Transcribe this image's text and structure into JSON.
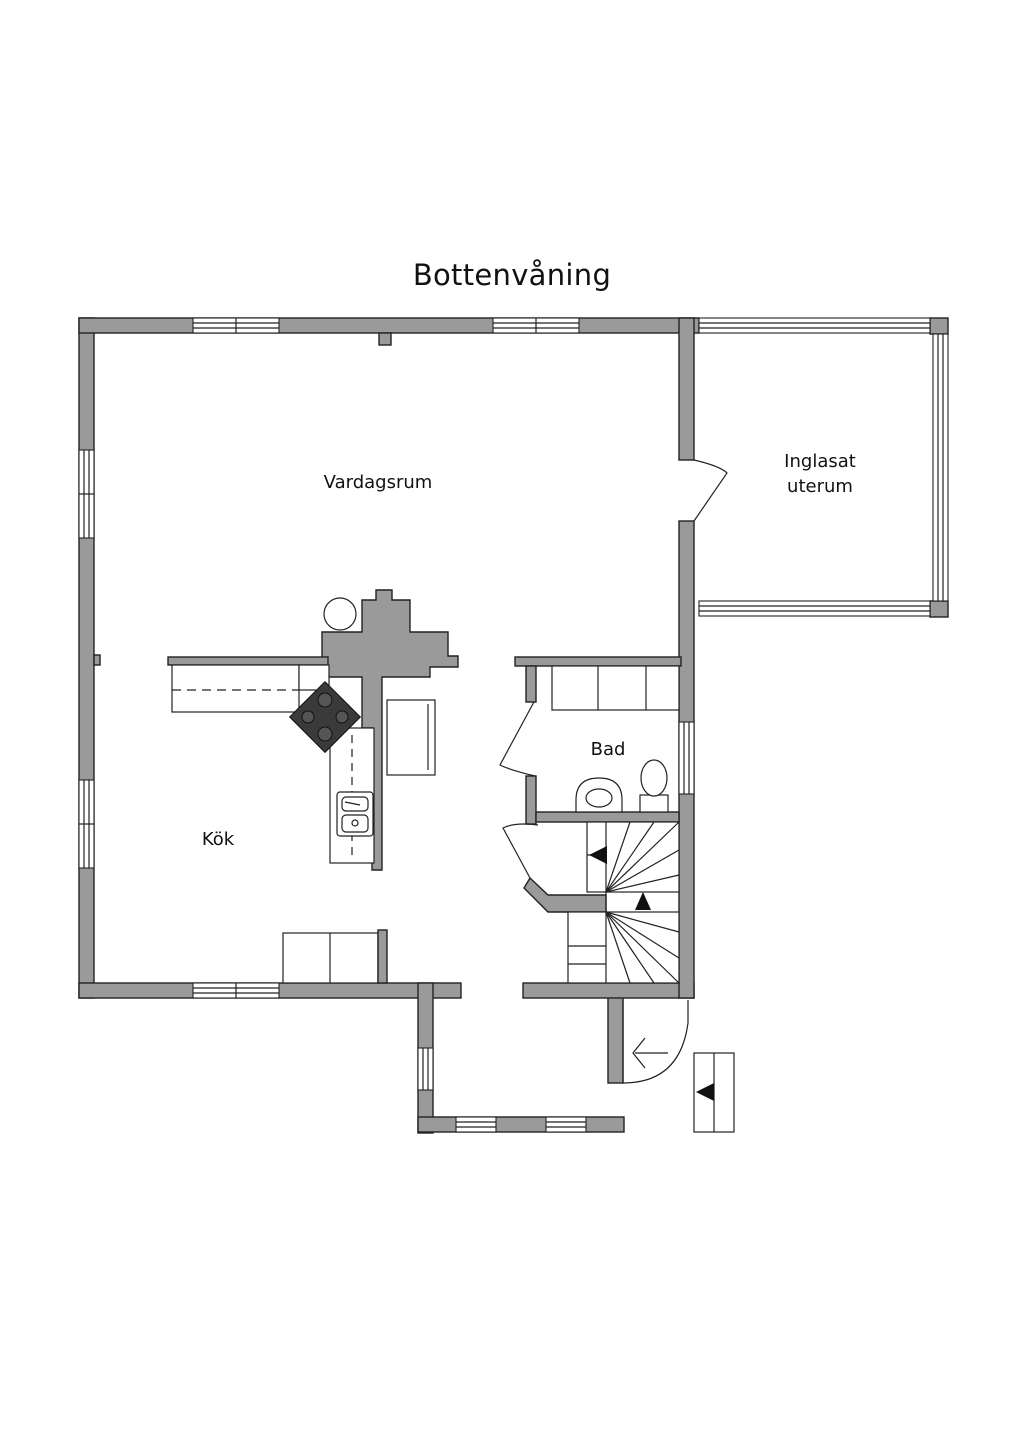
{
  "plan": {
    "title": "Bottenvåning",
    "rooms": [
      {
        "id": "vardagsrum",
        "label": "Vardagsrum"
      },
      {
        "id": "uterum",
        "label": "Inglasat\nuterum"
      },
      {
        "id": "bad",
        "label": "Bad"
      },
      {
        "id": "kok",
        "label": "Kök"
      }
    ]
  },
  "colors": {
    "wall": "#9a9a9a",
    "line": "#222222",
    "background": "#ffffff"
  }
}
